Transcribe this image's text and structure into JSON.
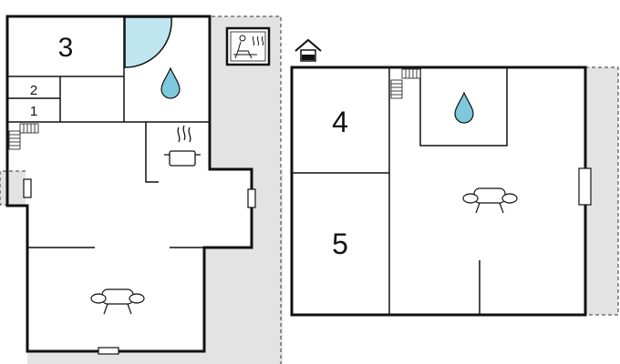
{
  "floor_plan": {
    "ground_floor": {
      "rooms": [
        {
          "label": "3"
        },
        {
          "label": "2"
        },
        {
          "label": "1"
        }
      ],
      "icons": [
        "sauna-icon",
        "water-drop-icon",
        "cooking-pot-icon",
        "sofa-icon",
        "staircase-icon",
        "window-icon"
      ]
    },
    "upper_floor": {
      "rooms": [
        {
          "label": "4"
        },
        {
          "label": "5"
        }
      ],
      "icons": [
        "house-floor-icon",
        "water-drop-icon",
        "sofa-icon",
        "staircase-icon",
        "window-icon"
      ]
    },
    "colors": {
      "wall": "#111111",
      "terrace": "#e3e3e3",
      "shower": "#bfe6f0",
      "water": "#7ec8dc"
    }
  }
}
